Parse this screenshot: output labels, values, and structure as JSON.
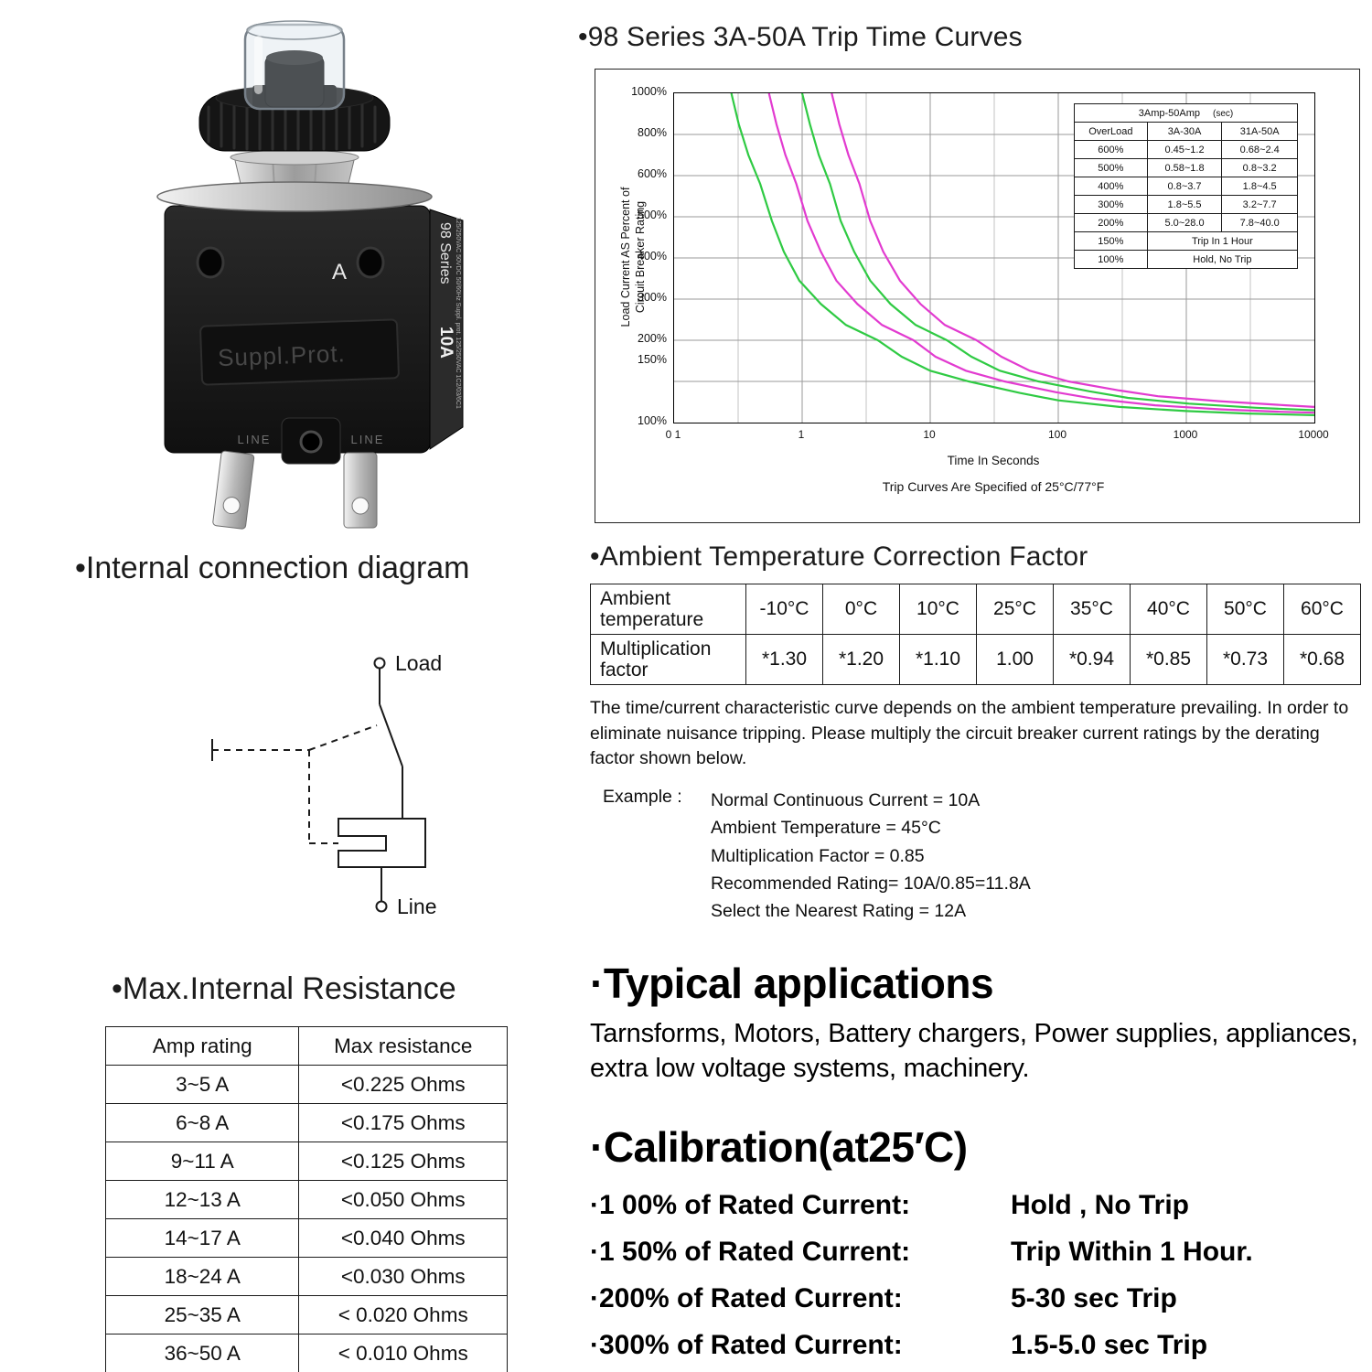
{
  "product_photo": {
    "marking": "A",
    "series_label": "98 Series",
    "amp_label": "10A",
    "body_label": "Suppl.Prot.",
    "line_label_left": "LINE",
    "line_label_right": "LINE",
    "side_specs": "125/250VAC 50VDC 50/60Hz Suppl. prot. 125/250VAC 1C2/03/6C1"
  },
  "trip_curves": {
    "title": "•98 Series 3A-50A Trip Time Curves",
    "y_axis_title_line1": "Load Current AS Percent of",
    "y_axis_title_line2": "Circuit Breaker Rating",
    "y_ticks": [
      "1000%",
      "800%",
      "600%",
      "500%",
      "400%",
      "300%",
      "200%",
      "150%",
      "100%"
    ],
    "x_ticks": [
      "0 1",
      "1",
      "10",
      "100",
      "1000",
      "10000"
    ],
    "x_axis_title": "Time In Seconds",
    "footnote": "Trip Curves Are Specified of 25°C/77°F",
    "table": {
      "header": "3Amp-50Amp",
      "header_unit": "(sec)",
      "columns": [
        "OverLoad",
        "3A-30A",
        "31A-50A"
      ],
      "rows": [
        [
          "600%",
          "0.45~1.2",
          "0.68~2.4"
        ],
        [
          "500%",
          "0.58~1.8",
          "0.8~3.2"
        ],
        [
          "400%",
          "0.8~3.7",
          "1.8~4.5"
        ],
        [
          "300%",
          "1.8~5.5",
          "3.2~7.7"
        ],
        [
          "200%",
          "5.0~28.0",
          "7.8~40.0"
        ],
        [
          "150%",
          "Trip In 1 Hour"
        ],
        [
          "100%",
          "Hold, No Trip"
        ]
      ]
    }
  },
  "chart_data": {
    "type": "line",
    "title": "98 Series 3A-50A Trip Time Curves",
    "xlabel": "Time In Seconds",
    "ylabel": "Load Current AS Percent of Circuit Breaker Rating",
    "x_scale": "log",
    "xlim": [
      0.1,
      10000
    ],
    "y_ticks_order": [
      1000,
      800,
      600,
      500,
      400,
      300,
      200,
      150,
      100
    ],
    "grid": true,
    "legend_position": "none",
    "series": [
      {
        "name": "3A-30A lower bound",
        "color": "#2fca43",
        "points": [
          [
            0.28,
            1000
          ],
          [
            0.32,
            850
          ],
          [
            0.38,
            700
          ],
          [
            0.47,
            580
          ],
          [
            0.58,
            490
          ],
          [
            0.72,
            415
          ],
          [
            0.95,
            345
          ],
          [
            1.4,
            288
          ],
          [
            2.2,
            237
          ],
          [
            3.9,
            200
          ],
          [
            6,
            180
          ],
          [
            10,
            163
          ],
          [
            20,
            150
          ],
          [
            50,
            136
          ],
          [
            100,
            127
          ],
          [
            300,
            119
          ],
          [
            1000,
            114
          ],
          [
            3000,
            111
          ],
          [
            10000,
            109
          ]
        ]
      },
      {
        "name": "3A-30A upper bound",
        "color": "#e23bd0",
        "points": [
          [
            0.55,
            1000
          ],
          [
            0.63,
            850
          ],
          [
            0.74,
            700
          ],
          [
            0.9,
            580
          ],
          [
            1.1,
            490
          ],
          [
            1.4,
            415
          ],
          [
            1.85,
            345
          ],
          [
            2.7,
            288
          ],
          [
            4.2,
            237
          ],
          [
            7.4,
            200
          ],
          [
            11,
            180
          ],
          [
            19,
            163
          ],
          [
            38,
            150
          ],
          [
            95,
            137
          ],
          [
            190,
            129
          ],
          [
            570,
            121
          ],
          [
            1900,
            116
          ],
          [
            5700,
            113
          ],
          [
            10000,
            112
          ]
        ]
      },
      {
        "name": "31A-50A lower bound",
        "color": "#2fca43",
        "points": [
          [
            1.0,
            1000
          ],
          [
            1.15,
            850
          ],
          [
            1.35,
            700
          ],
          [
            1.65,
            580
          ],
          [
            2.0,
            490
          ],
          [
            2.55,
            415
          ],
          [
            3.4,
            345
          ],
          [
            4.9,
            288
          ],
          [
            7.7,
            237
          ],
          [
            13.5,
            200
          ],
          [
            21,
            180
          ],
          [
            35,
            163
          ],
          [
            70,
            150
          ],
          [
            175,
            138
          ],
          [
            350,
            130
          ],
          [
            1050,
            123
          ],
          [
            3500,
            118
          ],
          [
            10000,
            115
          ]
        ]
      },
      {
        "name": "31A-50A upper bound",
        "color": "#e23bd0",
        "points": [
          [
            1.7,
            1000
          ],
          [
            1.95,
            850
          ],
          [
            2.3,
            700
          ],
          [
            2.8,
            580
          ],
          [
            3.4,
            490
          ],
          [
            4.3,
            415
          ],
          [
            5.8,
            345
          ],
          [
            8.4,
            288
          ],
          [
            13,
            237
          ],
          [
            23,
            200
          ],
          [
            36,
            180
          ],
          [
            60,
            163
          ],
          [
            120,
            150
          ],
          [
            300,
            139
          ],
          [
            600,
            132
          ],
          [
            1800,
            126
          ],
          [
            6000,
            121
          ],
          [
            10000,
            119
          ]
        ]
      }
    ]
  },
  "connection_diagram": {
    "title": "•Internal connection diagram",
    "load_label": "Load",
    "line_label": "Line"
  },
  "ambient": {
    "title": "•Ambient Temperature Correction Factor",
    "row1_header": "Ambient temperature",
    "row2_header": "Multiplication factor",
    "temperatures": [
      "-10°C",
      "0°C",
      "10°C",
      "25°C",
      "35°C",
      "40°C",
      "50°C",
      "60°C"
    ],
    "factors": [
      "*1.30",
      "*1.20",
      "*1.10",
      "1.00",
      "*0.94",
      "*0.85",
      "*0.73",
      "*0.68"
    ],
    "paragraph": "The time/current characteristic curve depends on  the ambient temperature prevailing. In order to eliminate nuisance tripping. Please multiply the  circuit breaker current ratings by the derating factor shown below.",
    "example_label": "Example :",
    "example_lines": [
      "Normal Continuous Current = 10A",
      "Ambient Temperature = 45°C",
      "Multiplication Factor =  0.85",
      "Recommended Rating= 10A/0.85=11.8A",
      "Select the Nearest Rating = 12A"
    ]
  },
  "resistance": {
    "title": "•Max.Internal Resistance",
    "columns": [
      "Amp rating",
      "Max resistance"
    ],
    "rows": [
      [
        "3~5 A",
        "<0.225 Ohms"
      ],
      [
        "6~8 A",
        "<0.175 Ohms"
      ],
      [
        "9~11 A",
        "<0.125 Ohms"
      ],
      [
        "12~13 A",
        "<0.050 Ohms"
      ],
      [
        "14~17 A",
        "<0.040 Ohms"
      ],
      [
        "18~24 A",
        "<0.030 Ohms"
      ],
      [
        "25~35 A",
        "< 0.020 Ohms"
      ],
      [
        "36~50 A",
        "< 0.010 Ohms"
      ]
    ]
  },
  "applications": {
    "title": "·Typical applications",
    "text": "Tarnsforms, Motors, Battery chargers, Power supplies, appliances, extra low voltage systems, machinery."
  },
  "calibration": {
    "title": "·Calibration(at25′C)",
    "items": [
      {
        "label": "·1 00% of Rated Current:",
        "value": "Hold , No Trip"
      },
      {
        "label": "·1 50% of Rated Current:",
        "value": "Trip Within 1 Hour."
      },
      {
        "label": "·200% of Rated Current:",
        "value": "5-30 sec Trip"
      },
      {
        "label": "·300% of Rated Current:",
        "value": "1.5-5.0 sec Trip"
      }
    ]
  },
  "colors": {
    "curve_green": "#2fca43",
    "curve_magenta": "#e23bd0",
    "ink": "#111111"
  }
}
